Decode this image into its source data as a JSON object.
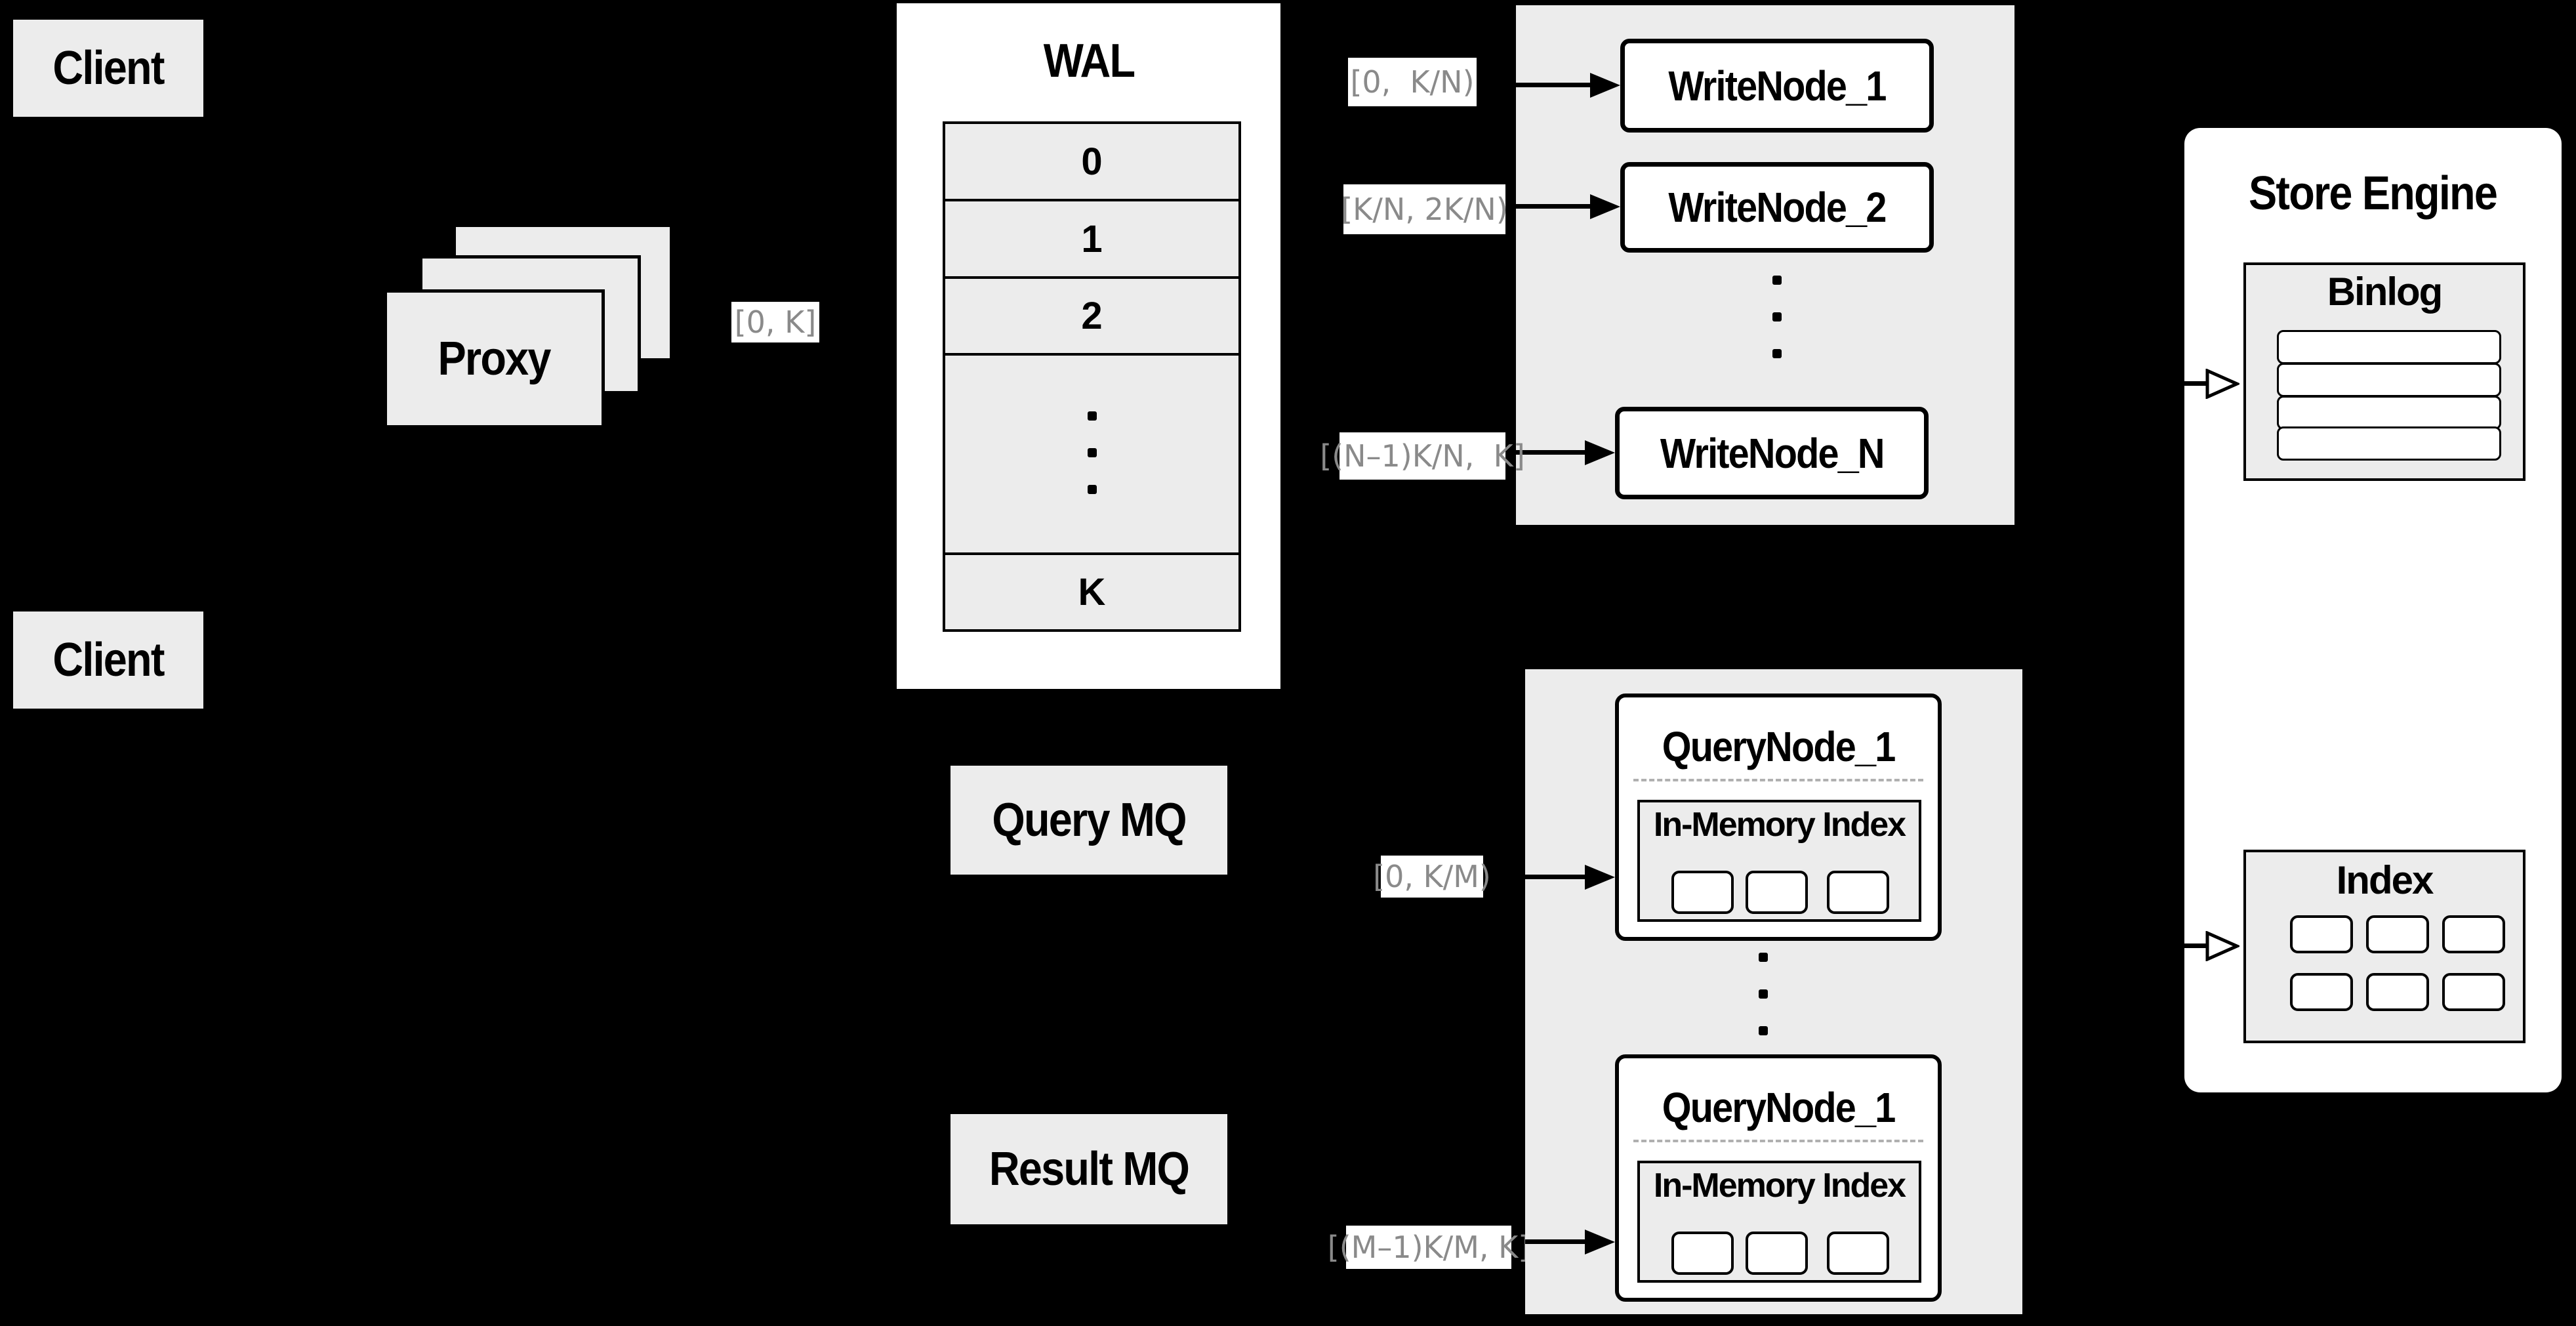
{
  "colors": {
    "background": "#000000",
    "panel_fill": "#ffffff",
    "box_fill": "#ececec",
    "border": "#000000",
    "edge_label_text": "#8a8a8a",
    "edge_label_bg": "#ffffff",
    "divider": "#b0b0b0"
  },
  "client_top": {
    "label": "Client"
  },
  "client_bottom": {
    "label": "Client"
  },
  "proxy": {
    "label": "Proxy"
  },
  "wal": {
    "title": "WAL",
    "rows": [
      "0",
      "1",
      "2",
      "K"
    ]
  },
  "write_cluster": {
    "node_1": "WriteNode_1",
    "node_2": "WriteNode_2",
    "node_n": "WriteNode_N"
  },
  "query_cluster": {
    "node_top": {
      "title": "QueryNode_1",
      "inner_title": "In-Memory Index"
    },
    "node_bottom": {
      "title": "QueryNode_1",
      "inner_title": "In-Memory Index"
    }
  },
  "store_engine": {
    "title": "Store Engine",
    "binlog_title": "Binlog",
    "index_title": "Index"
  },
  "mq": {
    "query_label": "Query MQ",
    "result_label": "Result MQ"
  },
  "edge_labels": {
    "proxy_to_wal": "[0, K]",
    "wal_to_write_1": "[0,  K/N)",
    "wal_to_write_2": "[K/N, 2K/N)",
    "wal_to_write_n": "[(N–1)K/N,  K]",
    "mq_to_query_1": "[0, K/M)",
    "mq_to_query_m": "[(M–1)K/M, K]"
  }
}
